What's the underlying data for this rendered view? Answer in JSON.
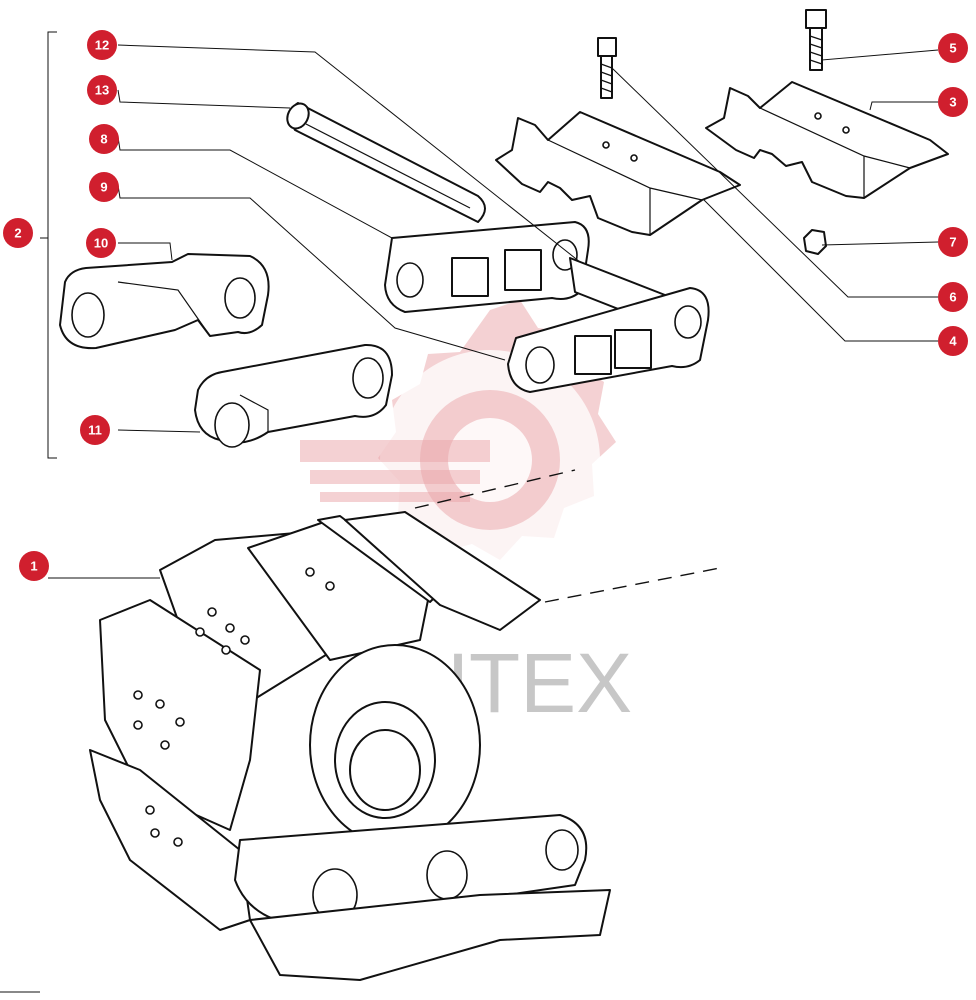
{
  "diagram": {
    "callouts": [
      "1",
      "2",
      "3",
      "4",
      "5",
      "6",
      "7",
      "8",
      "9",
      "10",
      "11",
      "12",
      "13"
    ],
    "watermark": {
      "text": "ИНТЕХ"
    },
    "colors": {
      "callout_fill": "#d01f2e",
      "callout_text": "#ffffff",
      "watermark": "#e9a3a8"
    }
  }
}
